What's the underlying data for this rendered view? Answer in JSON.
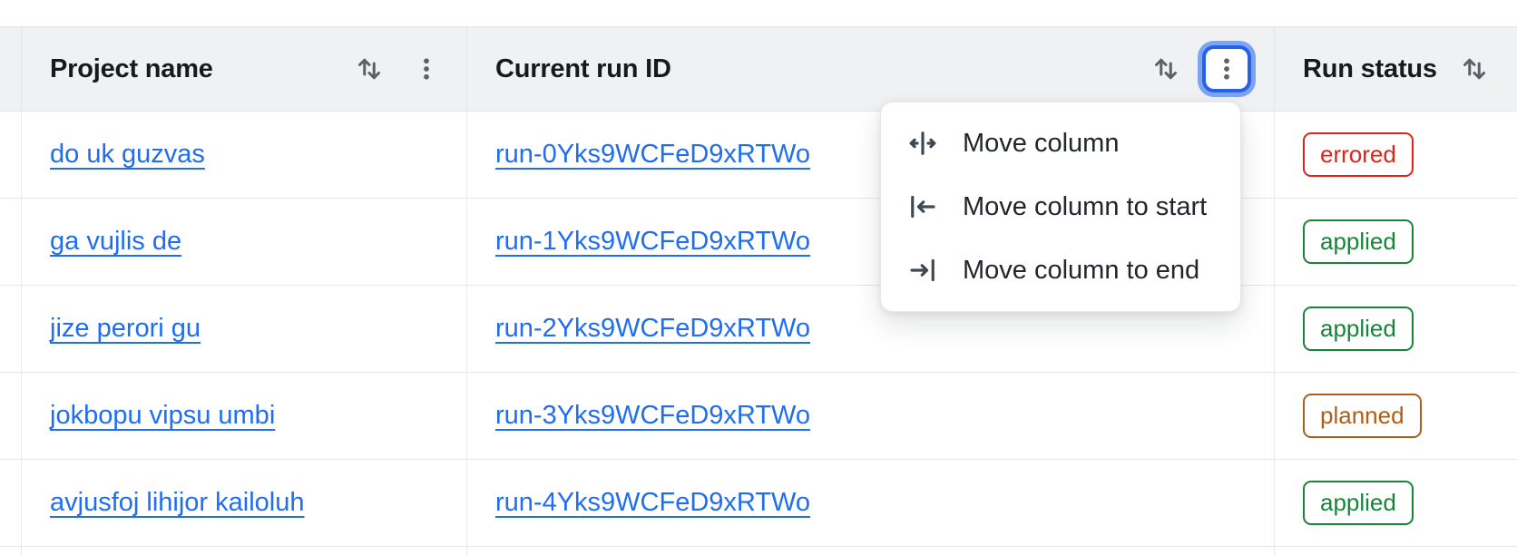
{
  "table": {
    "columns": [
      {
        "label": "Project name",
        "sort_icon": "sort-arrows-icon",
        "menu_icon": "kebab-menu-icon"
      },
      {
        "label": "Current run ID",
        "sort_icon": "sort-arrows-icon",
        "menu_icon": "kebab-menu-icon",
        "menu_open": true
      },
      {
        "label": "Run status",
        "sort_icon": "sort-arrows-icon"
      }
    ],
    "rows": [
      {
        "project": "do uk guzvas",
        "run_id": "run-0Yks9WCFeD9xRTWo",
        "status": "errored"
      },
      {
        "project": "ga vujlis de",
        "run_id": "run-1Yks9WCFeD9xRTWo",
        "status": "applied"
      },
      {
        "project": "jize perori gu",
        "run_id": "run-2Yks9WCFeD9xRTWo",
        "status": "applied"
      },
      {
        "project": "jokbopu vipsu umbi",
        "run_id": "run-3Yks9WCFeD9xRTWo",
        "status": "planned"
      },
      {
        "project": "avjusfoj lihijor kailoluh",
        "run_id": "run-4Yks9WCFeD9xRTWo",
        "status": "applied"
      }
    ]
  },
  "column_menu": {
    "items": [
      {
        "label": "Move column",
        "icon": "move-column-icon"
      },
      {
        "label": "Move column to start",
        "icon": "move-column-to-start-icon"
      },
      {
        "label": "Move column to end",
        "icon": "move-column-to-end-icon"
      }
    ]
  },
  "colors": {
    "link": "#1e6df2",
    "status_errored": "#dc241a",
    "status_applied": "#168439",
    "status_planned": "#b35c15",
    "focus_ring": "#2463e9",
    "header_bg": "#f0f1f3",
    "icon_gray": "#5b6169"
  }
}
